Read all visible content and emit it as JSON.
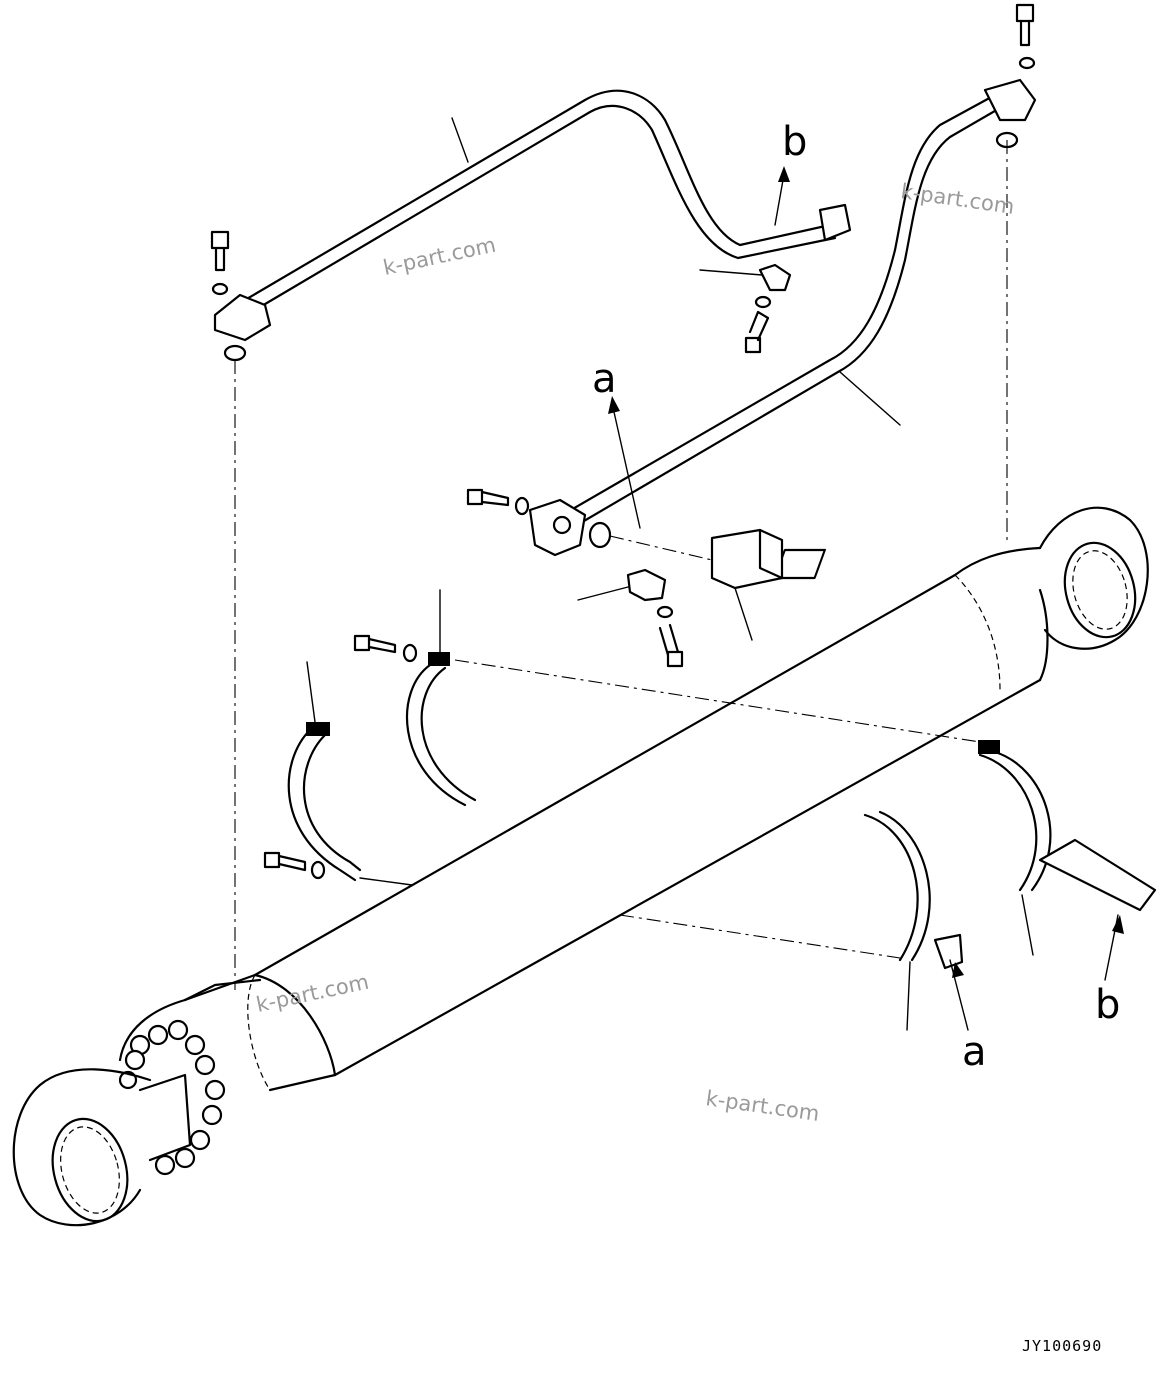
{
  "callouts": {
    "a_top": "a",
    "b_top": "b",
    "a_bottom": "a",
    "b_bottom": "b"
  },
  "watermarks": [
    "k-part.com",
    "k-part.com",
    "k-part.com",
    "k-part.com"
  ],
  "drawing_code": "JY100690"
}
